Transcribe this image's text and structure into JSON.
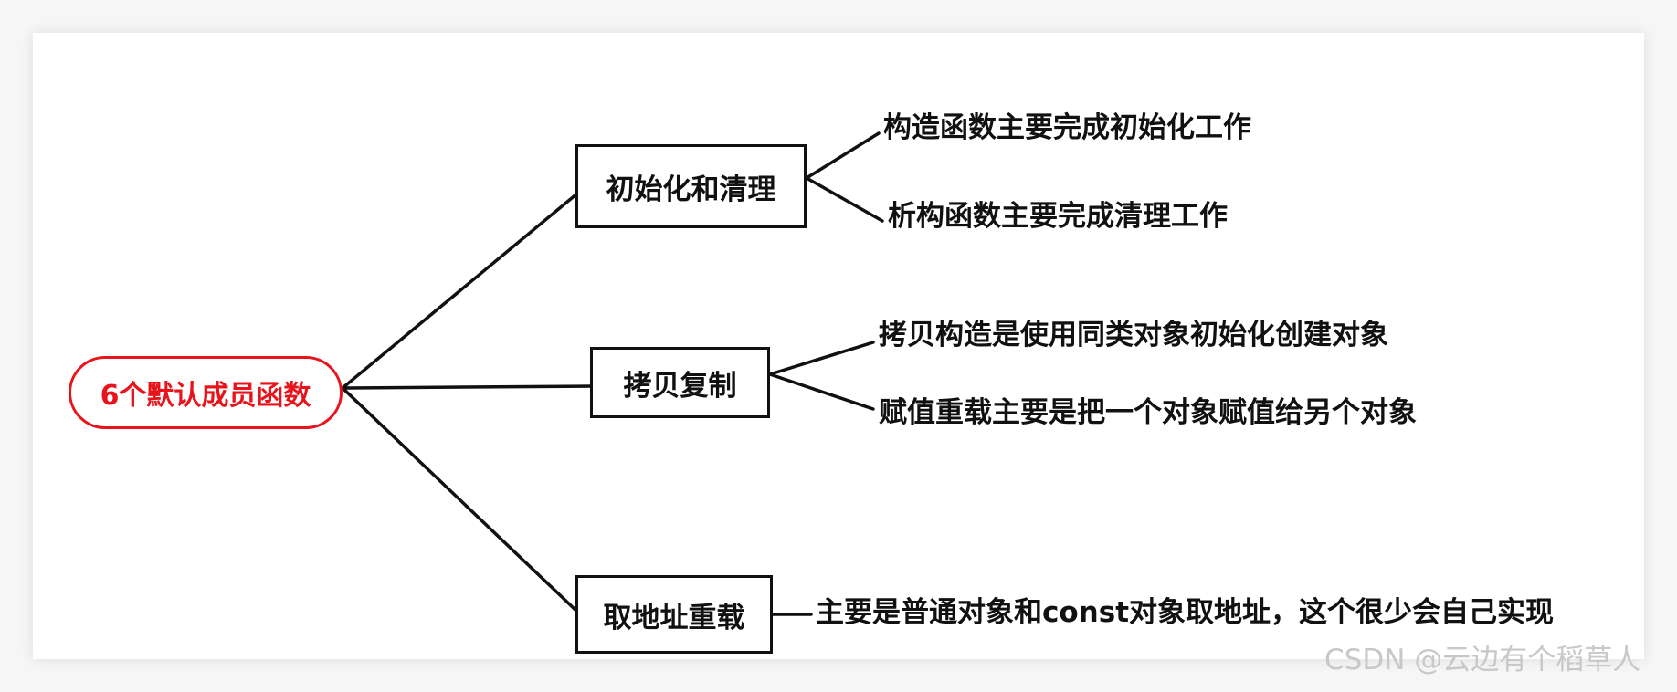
{
  "root": {
    "label": "6个默认成员函数",
    "color": "#e8141c"
  },
  "branches": [
    {
      "label": "初始化和清理",
      "details": [
        "构造函数主要完成初始化工作",
        "析构函数主要完成清理工作"
      ]
    },
    {
      "label": "拷贝复制",
      "details": [
        "拷贝构造是使用同类对象初始化创建对象",
        "赋值重载主要是把一个对象赋值给另个对象"
      ]
    },
    {
      "label": "取地址重载",
      "details": [
        "主要是普通对象和const对象取地址，这个很少会自己实现"
      ]
    }
  ],
  "watermark": "CSDN @云边有个稻草人"
}
